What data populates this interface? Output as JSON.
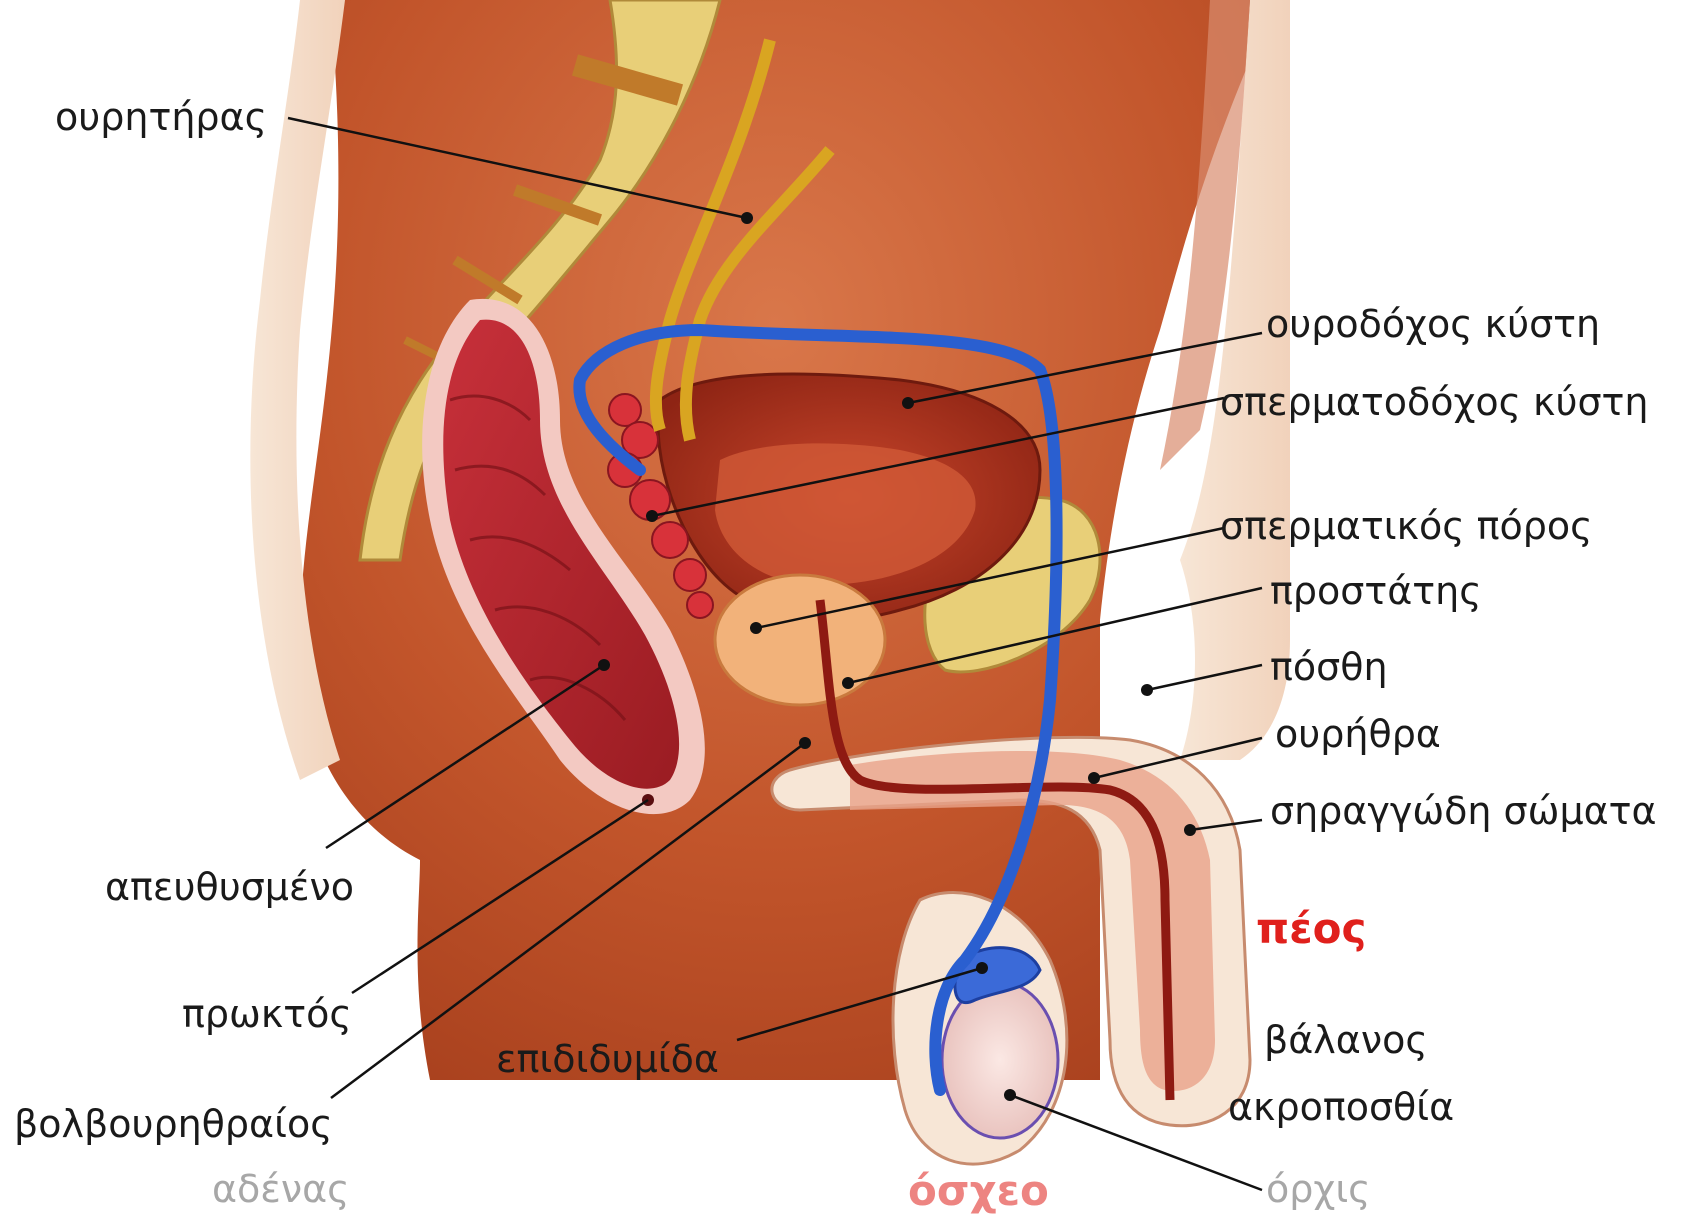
{
  "labels": {
    "ureter": "ουρητήρας",
    "bladder": "ουροδόχος κύστη",
    "seminal_vesicle": "σπερματοδόχος κύστη",
    "vas_deferens": "σπερματικός πόρος",
    "prostate": "προστάτης",
    "foreskin": "πόσθη",
    "urethra": "ουρήθρα",
    "corpora": "σηραγγώδη σώματα",
    "penis": "πέος",
    "glans": "βάλανος",
    "tip": "ακροποσθία",
    "testis": "όρχις",
    "scrotum": "όσχεο",
    "epididymis": "επιδιδυμίδα",
    "rectum": "απευθυσμένο",
    "anus": "πρωκτός",
    "bulbourethral": "βολβουρηθραίος",
    "gland": "αδένας"
  },
  "colors": {
    "skin": "#f5dfcd",
    "tissue": "#c2552b",
    "tissue_dark": "#9e3a1c",
    "rectum": "#b8242b",
    "bone": "#e8cf78",
    "vessel_blue": "#2a5fd0",
    "ureter_yellow": "#d9a521",
    "label_red": "#e0201c"
  }
}
